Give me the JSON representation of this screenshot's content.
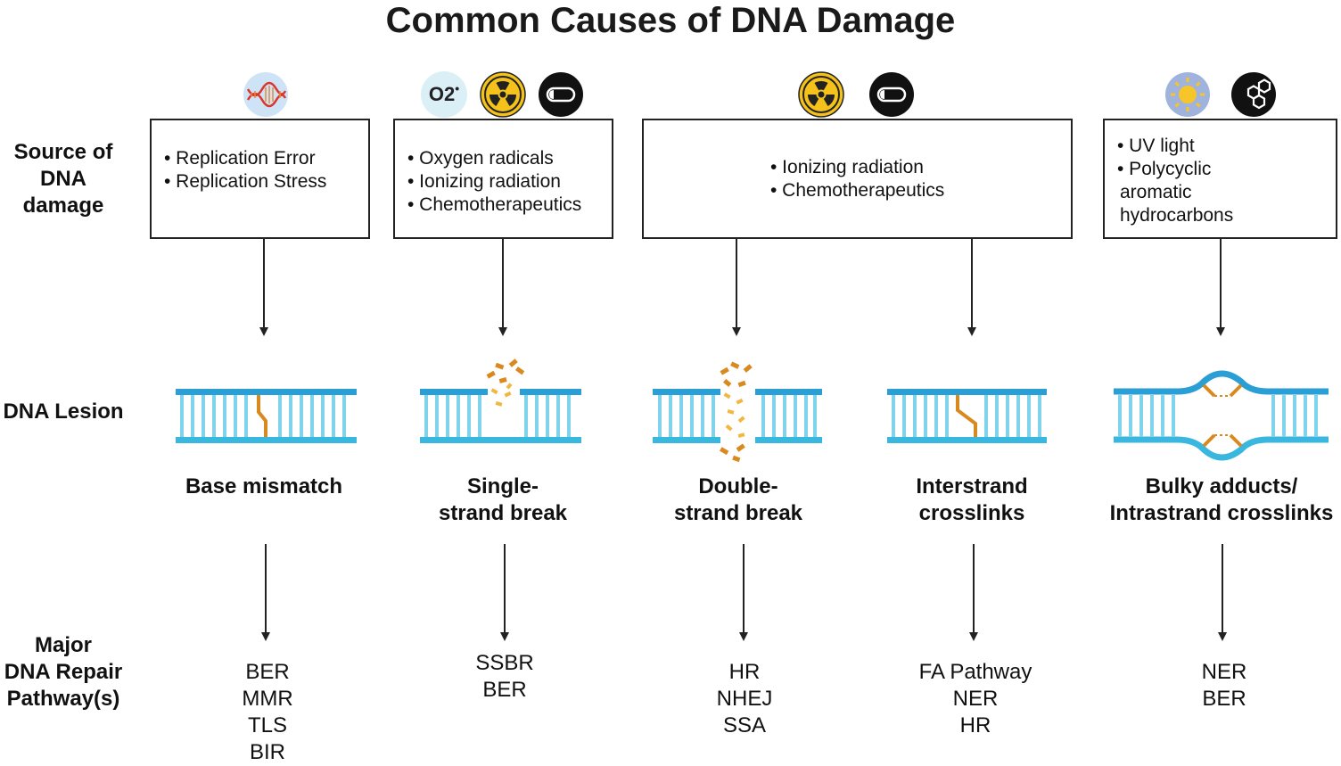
{
  "title": "Common Causes of DNA Damage",
  "row_labels": {
    "source": [
      "Source of",
      "DNA",
      "damage"
    ],
    "lesion": "DNA Lesion",
    "repair": [
      "Major",
      "DNA Repair",
      "Pathway(s)"
    ]
  },
  "sources": [
    {
      "lines": [
        "• Replication Error",
        "• Replication Stress"
      ],
      "icons": [
        "dna-helix-icon"
      ]
    },
    {
      "lines": [
        "• Oxygen radicals",
        "• Ionizing radiation",
        "• Chemotherapeutics"
      ],
      "icons": [
        "oxygen-radical-icon",
        "radiation-icon",
        "pill-icon"
      ],
      "icon_text": "O2"
    },
    {
      "lines": [
        "• Ionizing radiation",
        "• Chemotherapeutics"
      ],
      "icons": [
        "radiation-icon",
        "pill-icon"
      ]
    },
    {
      "lines": [
        "• UV light",
        "• Polycyclic",
        "aromatic",
        "hydrocarbons"
      ],
      "icons": [
        "sun-icon",
        "hexagon-molecule-icon"
      ]
    }
  ],
  "lesions": [
    {
      "name": [
        "Base mismatch"
      ]
    },
    {
      "name": [
        "Single-",
        "strand break"
      ]
    },
    {
      "name": [
        "Double-",
        "strand break"
      ]
    },
    {
      "name": [
        "Interstrand",
        "crosslinks"
      ]
    },
    {
      "name": [
        "Bulky adducts/",
        "Intrastrand crosslinks"
      ]
    }
  ],
  "repairs": [
    {
      "pathways": [
        "BER",
        "MMR",
        "TLS",
        "BIR"
      ]
    },
    {
      "pathways": [
        "SSBR",
        "BER"
      ]
    },
    {
      "pathways": [
        "HR",
        "NHEJ",
        "SSA"
      ]
    },
    {
      "pathways": [
        "FA Pathway",
        "NER",
        "HR"
      ]
    },
    {
      "pathways": [
        "NER",
        "BER"
      ]
    }
  ],
  "colors": {
    "dna_blue": "#2a9fd6",
    "dna_light": "#7fd3ea",
    "lesion_orange": "#d98a1f",
    "lesion_yellow": "#f0b840",
    "radiation_yellow": "#f4c21a",
    "icon_dark": "#111111",
    "sun_bg": "#9fb3dc",
    "o2_bg": "#dbeff7",
    "dna_icon_bg": "#cfe3f6"
  }
}
